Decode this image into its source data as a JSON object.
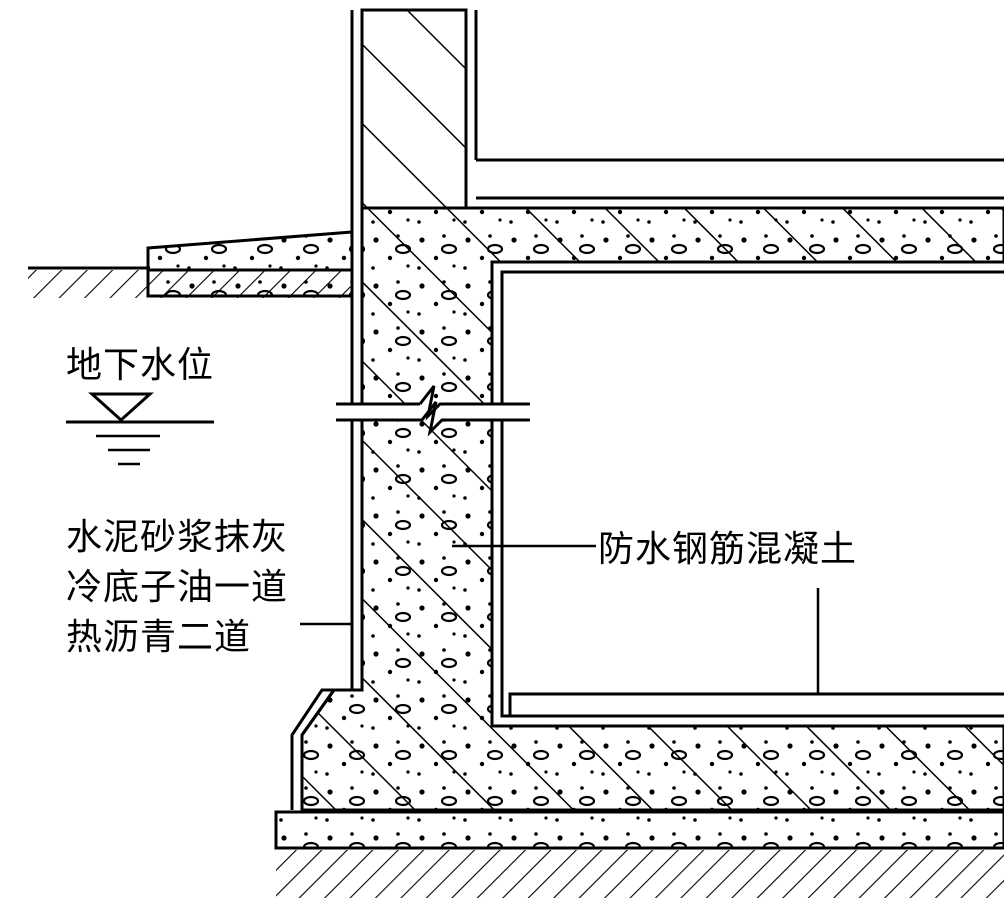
{
  "labels": {
    "groundwater_level": "地下水位",
    "layer_1": "水泥砂浆抹灰",
    "layer_2": "冷底子油一道",
    "layer_3": "热沥青二道",
    "waterproof_concrete": "防水钢筋混凝土"
  },
  "colors": {
    "ink": "#000000",
    "paper": "#ffffff"
  }
}
